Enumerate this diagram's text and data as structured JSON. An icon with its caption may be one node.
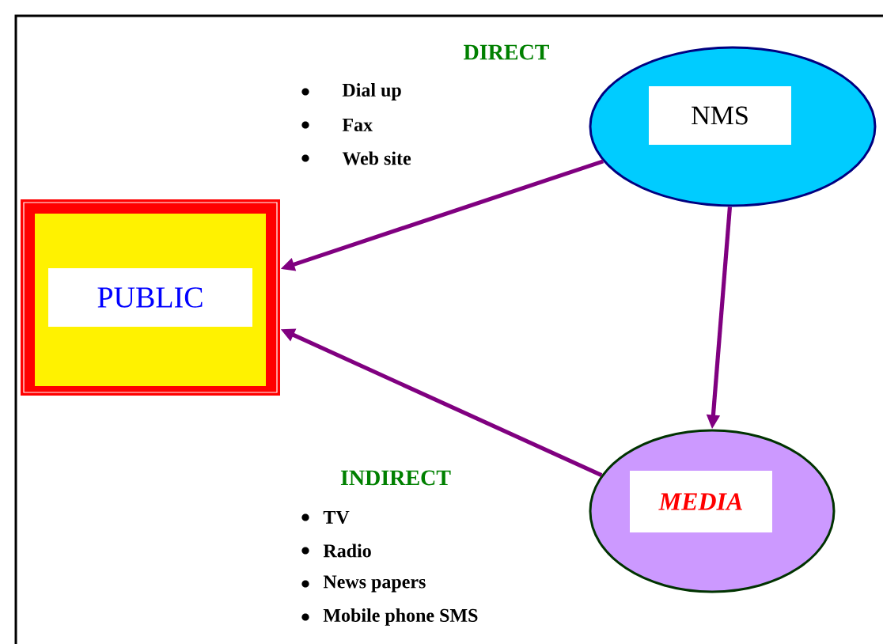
{
  "diagram": {
    "nodes": [
      {
        "text": [
          "PUBLIC"
        ]
      },
      {
        "text": [
          "NMS"
        ]
      },
      {
        "text": [
          "MEDIA"
        ]
      }
    ],
    "edges": [
      {
        "from": 1,
        "to": 0,
        "arrow": "to"
      },
      {
        "from": 1,
        "to": 2,
        "arrow": "to"
      },
      {
        "from": 2,
        "to": 0,
        "arrow": "to"
      }
    ],
    "labels": [
      "DIRECT",
      "Dial up",
      "Fax",
      "Web site",
      "INDIRECT",
      "TV",
      "Radio",
      "News papers",
      "Mobile phone SMS"
    ]
  }
}
